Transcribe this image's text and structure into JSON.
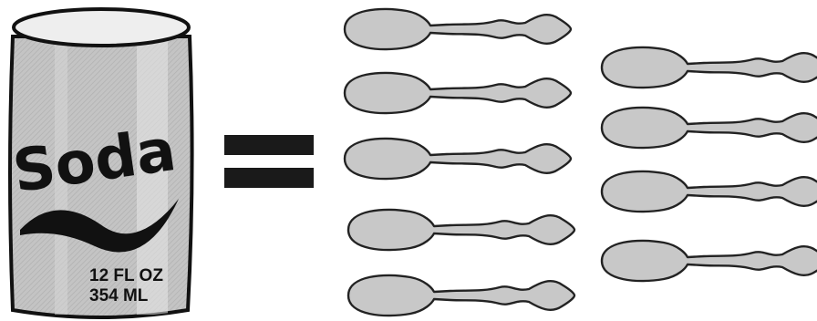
{
  "can": {
    "brand": "Soda",
    "volume_us": "12 FL OZ",
    "volume_metric": "354 ML",
    "body_color": "#c4c4c4",
    "top_color": "#eeeeee",
    "ink_color": "#111111"
  },
  "equals_sign": {
    "color": "#1a1a1a"
  },
  "spoons": {
    "fill_color": "#c8c8c8",
    "stroke_color": "#222222",
    "visible_count": 9
  }
}
